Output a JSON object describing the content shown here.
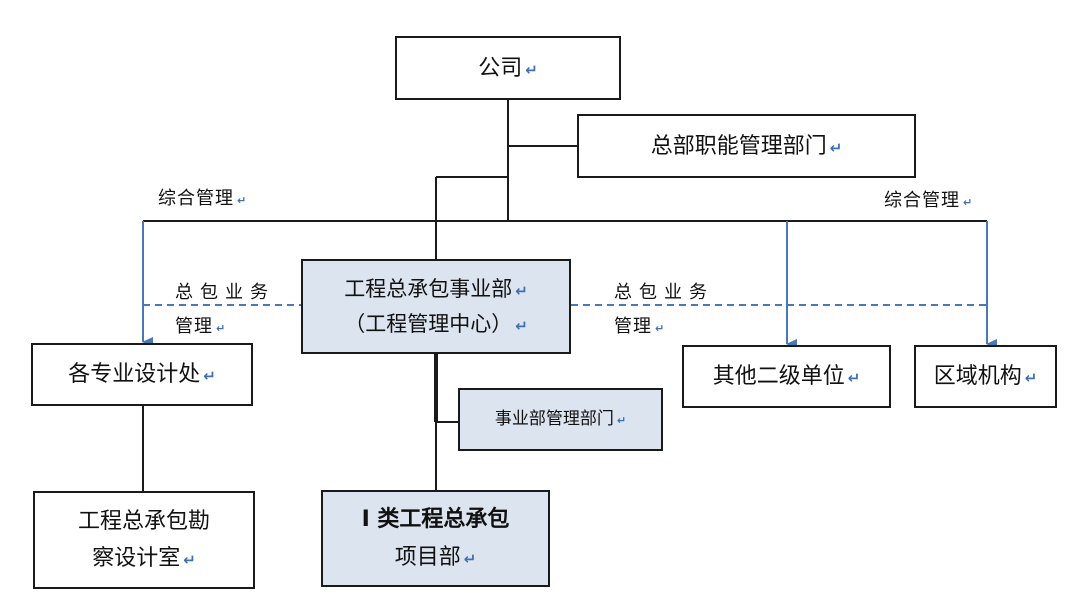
{
  "diagram": {
    "nodes": {
      "company": {
        "lines": [
          "公司"
        ],
        "mark": "↵"
      },
      "hq_departments": {
        "lines": [
          "总部职能管理部门"
        ],
        "mark": "↵"
      },
      "epc_division": {
        "lines": [
          "工程总承包事业部",
          "（工程管理中心）"
        ],
        "marks": [
          "↵",
          "↵"
        ]
      },
      "division_management": {
        "lines": [
          "事业部管理部门"
        ],
        "mark": "↵"
      },
      "design_offices": {
        "lines": [
          "各专业设计处"
        ],
        "mark": "↵"
      },
      "other_secondary_units": {
        "lines": [
          "其他二级单位"
        ],
        "mark": "↵"
      },
      "regional_agencies": {
        "lines": [
          "区域机构"
        ],
        "mark": "↵"
      },
      "epc_survey_design_room": {
        "lines": [
          "工程总承包勘",
          "察设计室"
        ],
        "mark": "↵"
      },
      "class1_epc_project_dept": {
        "lines": [
          "I 类工程总承包",
          "项目部"
        ],
        "mark": "↵"
      }
    },
    "labels": {
      "comprehensive_mgmt_left": "综合管理",
      "comprehensive_mgmt_right": "综合管理",
      "epc_business_left_line1": "总包业务",
      "epc_business_left_line2": "管理",
      "epc_business_right_line1": "总包业务",
      "epc_business_right_line2": "管理",
      "label_mark": "↵"
    },
    "colors": {
      "line": "#1a1a1a",
      "dashed_line": "#4a78b5",
      "arrow": "#4a78b5",
      "highlight_fill": "#dce4ef",
      "mark": "#3d70b0"
    }
  }
}
